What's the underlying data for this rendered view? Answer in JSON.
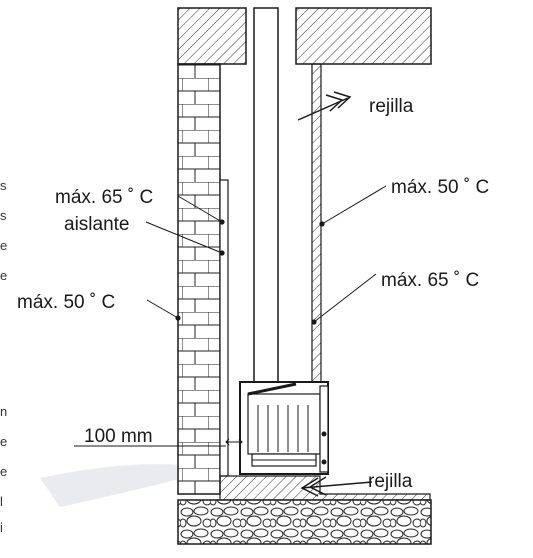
{
  "labels": {
    "vent_top": "rejilla",
    "vent_bottom": "rejilla",
    "temp_panel_left": "máx. 65 ˚ C",
    "insulation": "aislante",
    "temp_wall_left": "máx. 50 ˚ C",
    "temp_right_upper": "máx. 50 ˚ C",
    "temp_right_lower": "máx. 65 ˚ C",
    "clearance": "100 mm"
  },
  "edge_fragments": [
    "s",
    "s",
    "e",
    "e",
    "n",
    "e",
    "e",
    "l",
    "i"
  ],
  "colors": {
    "line": "#1a1a1a",
    "hatch": "#333333",
    "glare": "#d9dde3"
  }
}
